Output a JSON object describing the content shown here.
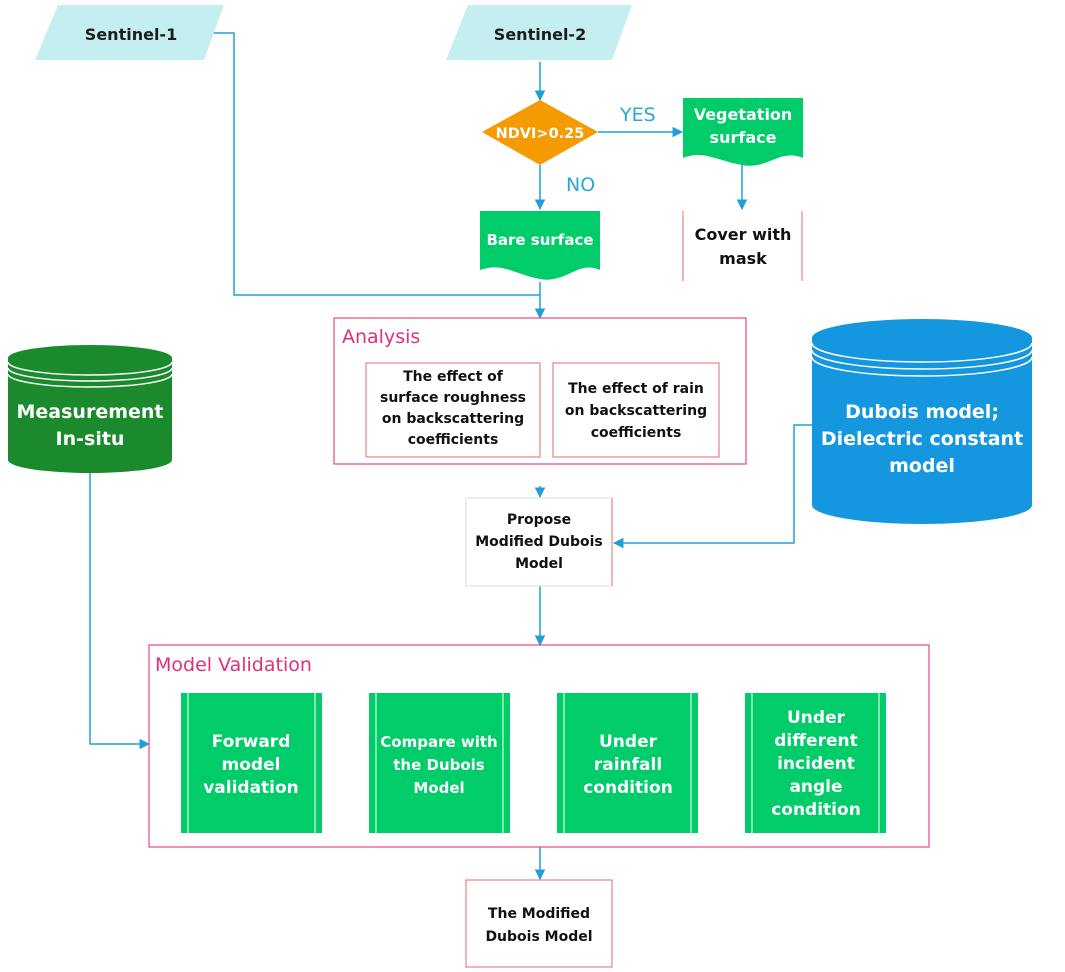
{
  "inputs": {
    "sentinel1": "Sentinel-1",
    "sentinel2": "Sentinel-2"
  },
  "decision": {
    "condition": "NDVI>0.25",
    "yes_label": "YES",
    "no_label": "NO"
  },
  "vegetation_surface": [
    "Vegetation",
    "surface"
  ],
  "bare_surface": "Bare surface",
  "cover_with_mask": [
    "Cover with",
    "mask"
  ],
  "analysis": {
    "title": "Analysis",
    "roughness_effect": [
      "The effect of",
      "surface roughness",
      "on backscattering",
      "coefficients"
    ],
    "rain_effect": [
      "The effect of rain",
      "on backscattering",
      "coefficients"
    ]
  },
  "measurement": [
    "Measurement",
    "In-situ"
  ],
  "dubois_db": [
    "Dubois model;",
    "Dielectric constant",
    "model"
  ],
  "propose": [
    "Propose",
    "Modified Dubois",
    "Model"
  ],
  "validation": {
    "title": "Model Validation",
    "items": [
      [
        "Forward",
        "model",
        "validation"
      ],
      [
        "Compare with",
        "the Dubois",
        "Model"
      ],
      [
        "Under",
        "rainfall",
        "condition"
      ],
      [
        "Under",
        "different",
        "incident",
        "angle",
        "condition"
      ]
    ]
  },
  "result": [
    "The Modified",
    "Dubois Model"
  ],
  "colors": {
    "input_fill": "#c5eef0",
    "decision_fill": "#f59a00",
    "green_fill": "#00cc6a",
    "dark_green": "#1a8a2c",
    "blue_db": "#1597e0",
    "arrow": "#1f9fd8",
    "frame_pink": "#e8468a",
    "label_blue": "#2aa7d8"
  }
}
